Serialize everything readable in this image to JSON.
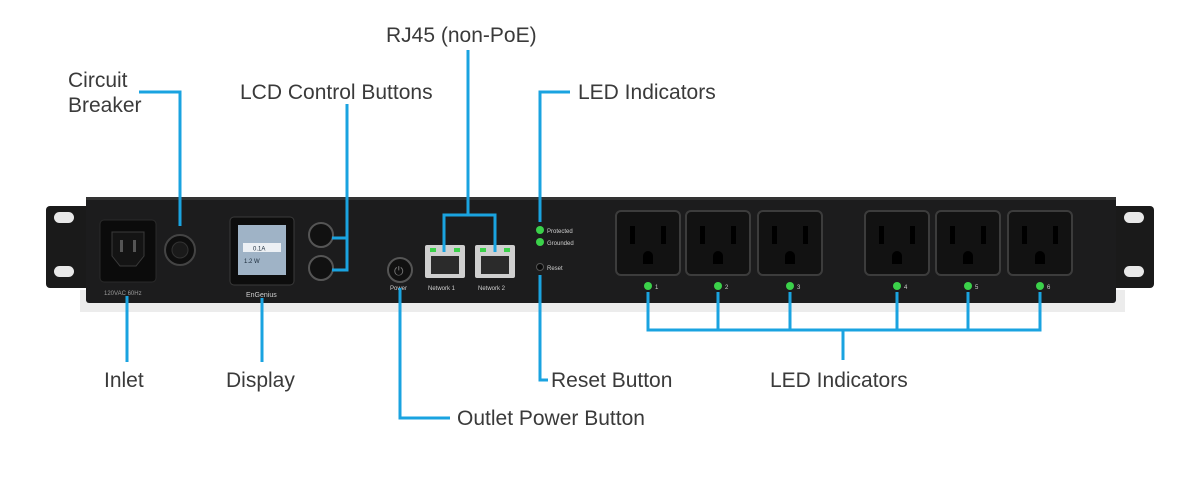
{
  "callouts": {
    "circuit_breaker_line1": "Circuit",
    "circuit_breaker_line2": "Breaker",
    "lcd_control_buttons": "LCD Control Buttons",
    "rj45": "RJ45 (non-PoE)",
    "led_indicators_top": "LED Indicators",
    "inlet": "Inlet",
    "display": "Display",
    "reset_button": "Reset Button",
    "outlet_power_button": "Outlet Power Button",
    "led_indicators_bottom": "LED Indicators"
  },
  "device": {
    "inlet_rating": "120VAC 60Hz",
    "brand": "EnGenius",
    "power_label": "Power",
    "network_1": "Network 1",
    "network_2": "Network 2",
    "protected": "Protected",
    "grounded": "Grounded",
    "reset": "Reset",
    "lcd_line1": "0.1A",
    "lcd_line2": "1.2 W",
    "outlet_numbers": [
      "1",
      "2",
      "3",
      "4",
      "5",
      "6"
    ]
  },
  "colors": {
    "callout_line": "#1aa3e0",
    "panel": "#1c1c1d",
    "led_green": "#3bd14a",
    "lcd_screen": "#9fb3c6"
  }
}
